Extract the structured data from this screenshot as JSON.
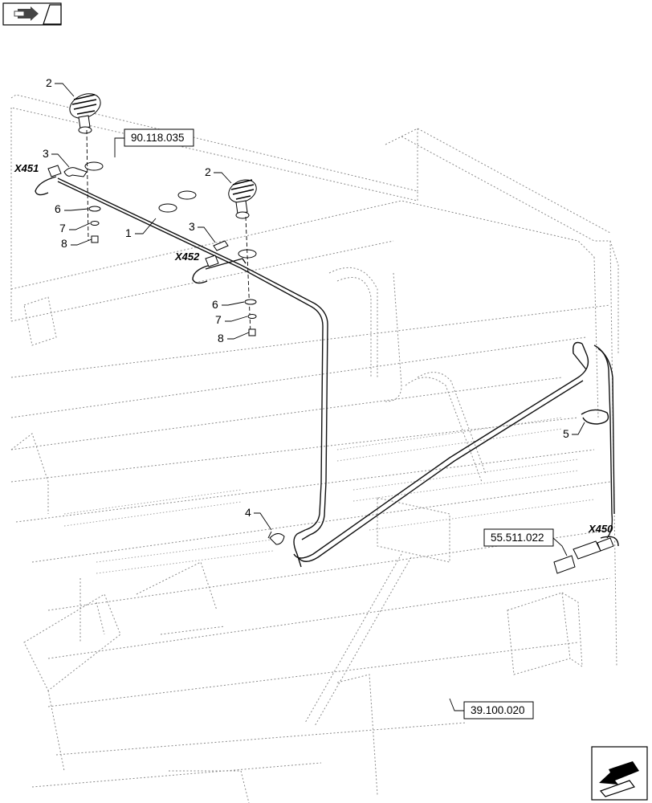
{
  "nav": {
    "top_icon": "arrow-right-icon",
    "bottom_icon": "arrow-down-left-icon"
  },
  "callouts": {
    "c1": "1",
    "c2a": "2",
    "c2b": "2",
    "c3a": "3",
    "c3b": "3",
    "c4": "4",
    "c5": "5",
    "c6a": "6",
    "c6b": "6",
    "c7a": "7",
    "c7b": "7",
    "c8a": "8",
    "c8b": "8"
  },
  "connectors": {
    "x450": "X450",
    "x451": "X451",
    "x452": "X452"
  },
  "references": {
    "r1": "90.118.035",
    "r2": "55.511.022",
    "r3": "39.100.020"
  }
}
